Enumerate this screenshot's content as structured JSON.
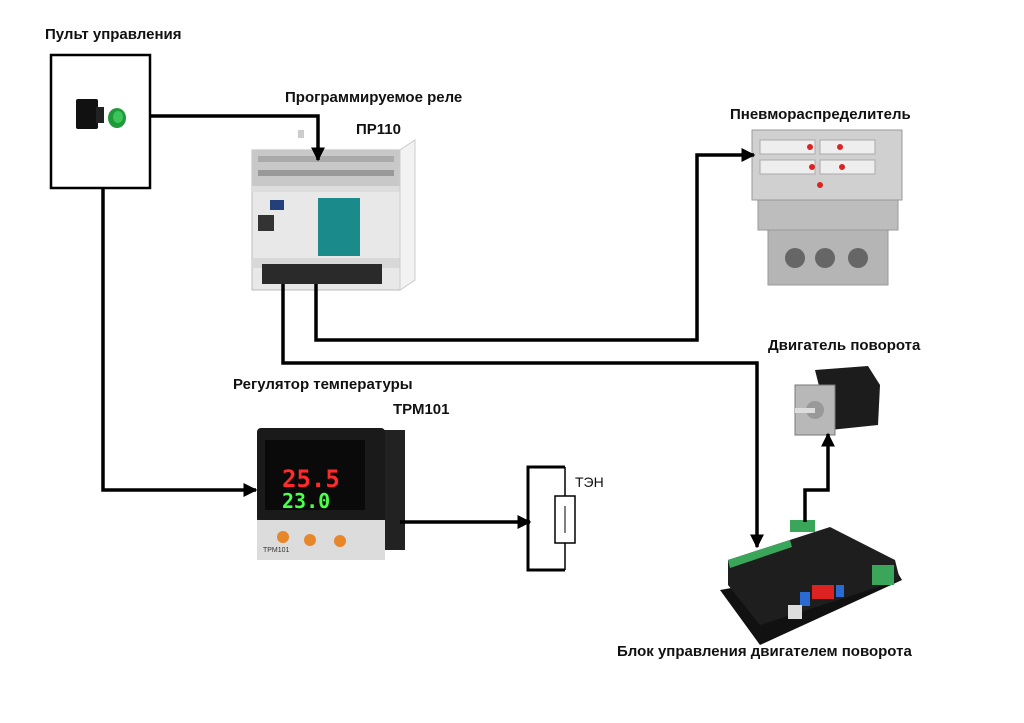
{
  "labels": {
    "control_panel": "Пульт управления",
    "plc": "Программируемое реле",
    "plc_model": "ПР110",
    "valve": "Пневмораспределитель",
    "motor": "Двигатель поворота",
    "temp_controller": "Регулятор температуры",
    "temp_controller_model": "ТРМ101",
    "heater": "ТЭН",
    "motor_driver": "Блок управления двигателем поворота"
  },
  "temp_controller_display": {
    "top_value": "25.5",
    "bottom_value": "23.0",
    "device_label": "ТРМ101"
  },
  "colors": {
    "wire": "#000000",
    "button_green": "#1f9a3a",
    "display_red": "#ff2a2a",
    "display_green": "#4cff4c",
    "plc_panel": "#1a8a8a",
    "terminal_green": "#3aa65a"
  }
}
